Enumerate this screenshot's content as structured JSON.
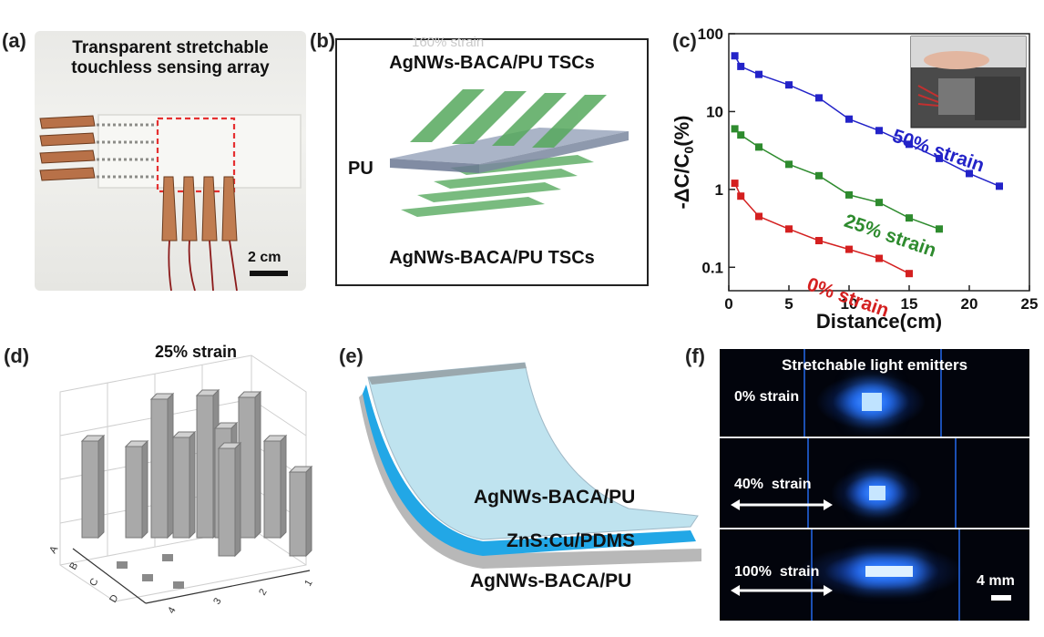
{
  "panels": {
    "a": {
      "label": "(a)",
      "title_line1": "Transparent stretchable",
      "title_line2": "touchless sensing array",
      "scale": "2 cm"
    },
    "b": {
      "label": "(b)",
      "ghost": "160% strain",
      "top": "AgNWs-BACA/PU TSCs",
      "pu": "PU",
      "bottom": "AgNWs-BACA/PU TSCs"
    },
    "c": {
      "label": "(c)"
    },
    "d": {
      "label": "(d)",
      "title": "25% strain",
      "rows": [
        "A",
        "B",
        "C",
        "D"
      ],
      "cols": [
        "4",
        "3",
        "2",
        "1"
      ]
    },
    "e": {
      "label": "(e)",
      "layer1": "AgNWs-BACA/PU",
      "layer2": "ZnS:Cu/PDMS",
      "layer3": "AgNWs-BACA/PU"
    },
    "f": {
      "label": "(f)",
      "title": "Stretchable light emitters",
      "row1": "0% strain",
      "row2": "40%  strain",
      "row3": "100%  strain",
      "scale": "4 mm"
    }
  },
  "colors": {
    "blue": "#2323c8",
    "green": "#2e8b2e",
    "red": "#d42020",
    "glow": "#1e6cff"
  },
  "chart_data": {
    "type": "line",
    "xlabel": "Distance(cm)",
    "ylabel": "-ΔC/C0(%)",
    "xlim": [
      0,
      25
    ],
    "ylim": [
      0.05,
      100
    ],
    "yscale": "log",
    "xticks": [
      0,
      5,
      10,
      15,
      20,
      25
    ],
    "yticks": [
      0.1,
      1,
      10,
      100
    ],
    "ytick_labels": [
      "0.1",
      "1",
      "10",
      "100"
    ],
    "series": [
      {
        "name": "50% strain",
        "color": "#2323c8",
        "x": [
          0.5,
          1,
          2.5,
          5,
          7.5,
          10,
          12.5,
          15,
          17.5,
          20,
          22.5
        ],
        "y": [
          52,
          38,
          30,
          22,
          15,
          8,
          5.7,
          3.8,
          2.5,
          1.6,
          1.1
        ]
      },
      {
        "name": "25% strain",
        "color": "#2e8b2e",
        "x": [
          0.5,
          1,
          2.5,
          5,
          7.5,
          10,
          12.5,
          15,
          17.5
        ],
        "y": [
          6,
          5,
          3.5,
          2.1,
          1.5,
          0.85,
          0.68,
          0.43,
          0.31
        ]
      },
      {
        "name": "0% strain",
        "color": "#d42020",
        "x": [
          0.5,
          1,
          2.5,
          5,
          7.5,
          10,
          12.5,
          15
        ],
        "y": [
          1.2,
          0.82,
          0.45,
          0.31,
          0.22,
          0.17,
          0.13,
          0.083
        ]
      }
    ]
  }
}
